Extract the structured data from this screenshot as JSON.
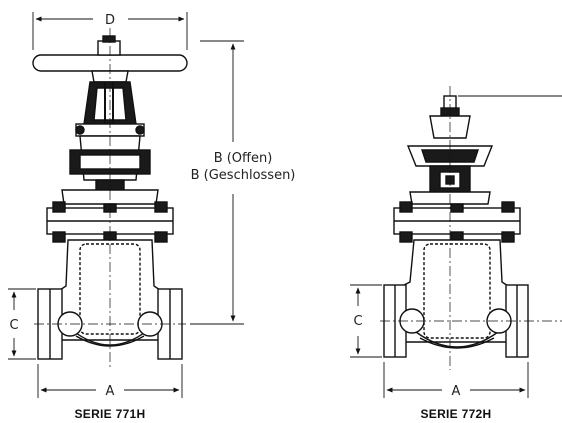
{
  "dimensions": {
    "a": "A",
    "b_open": "B (Offen)",
    "b_closed": "B (Geschlossen)",
    "c": "C",
    "d": "D"
  },
  "captions": {
    "left": "SERIE 771H",
    "right": "SERIE 772H"
  },
  "colors": {
    "ink": "#111111",
    "body_fill": "#ffffff",
    "dark_fill": "#1a1a1a"
  }
}
